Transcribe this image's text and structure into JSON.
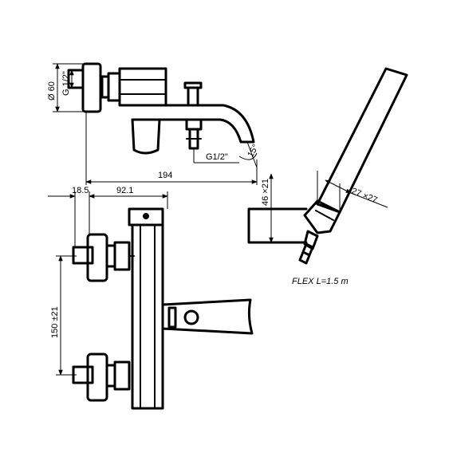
{
  "dimensions": {
    "diameter_60": "Ø 60",
    "thread_g12": "G 1/2\"",
    "spout_thread": "G1/2\"",
    "spout_angle": "15°",
    "overall_length": "194",
    "offset_left": "18.5",
    "offset_body": "92.1",
    "center_distance": "150 ±21",
    "bracket_height": "46 ×21",
    "hex_size": "27 ×27"
  },
  "notes": {
    "hose": "FLEX L=1.5 m"
  }
}
